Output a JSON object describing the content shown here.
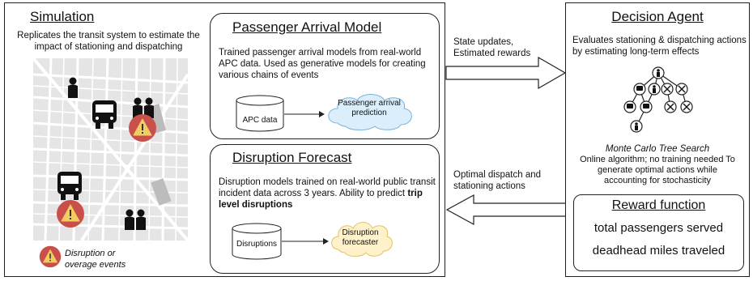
{
  "simulation": {
    "title": "Simulation",
    "description": "Replicates the transit system to estimate the impact of stationing and dispatching",
    "legend_label": "Disruption or overage events",
    "legend_icon": "warning-icon",
    "marker_color": "#d9534f"
  },
  "arrival_model": {
    "title": "Passenger Arrival Model",
    "description": "Trained passenger arrival models from real-world APC data. Used as generative models for creating various chains of events",
    "data_label": "APC data",
    "cloud_label": "Passenger arrival prediction",
    "cloud_color": "#daeefb"
  },
  "disruption": {
    "title": "Disruption Forecast",
    "description_prefix": "Disruption models trained on real-world public transit incident data across 3 years. Ability to predict ",
    "description_bold": "trip level disruptions",
    "data_label": "Disruptions",
    "cloud_label": "Disruption forecaster",
    "cloud_color": "#fff1c9"
  },
  "arrows": {
    "state_label": "State updates, Estimated rewards",
    "action_label": "Optimal dispatch and stationing actions"
  },
  "agent": {
    "title": "Decision Agent",
    "description": "Evaluates stationing & dispatching actions by estimating long-term effects",
    "tree_caption": "Monte Carlo Tree Search",
    "tree_note": "Online algorithm; no training needed To generate optimal actions while accounting for stochasticity"
  },
  "reward": {
    "title": "Reward function",
    "items": [
      "total passengers served",
      "deadhead miles traveled"
    ]
  }
}
